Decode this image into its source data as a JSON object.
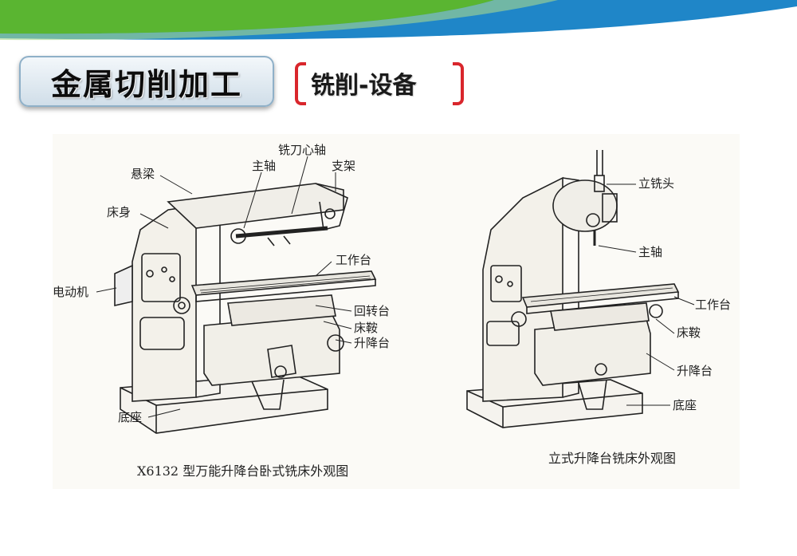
{
  "header": {
    "title": "金属切削加工",
    "subtitle": "铣削-设备"
  },
  "colors": {
    "banner_green": "#5ab531",
    "banner_blue": "#1f86c8",
    "bracket_red": "#d9262c"
  },
  "figure": {
    "left_machine": {
      "labels": {
        "arbor": "铣刀心轴",
        "spindle": "主轴",
        "support": "支架",
        "overarm": "悬梁",
        "column": "床身",
        "table": "工作台",
        "motor": "电动机",
        "swivel": "回转台",
        "saddle": "床鞍",
        "knee": "升降台",
        "base": "底座"
      },
      "caption": "X6132 型万能升降台卧式铣床外观图"
    },
    "right_machine": {
      "labels": {
        "head": "立铣头",
        "spindle": "主轴",
        "table": "工作台",
        "saddle": "床鞍",
        "knee": "升降台",
        "base": "底座"
      },
      "caption": "立式升降台铣床外观图"
    }
  }
}
